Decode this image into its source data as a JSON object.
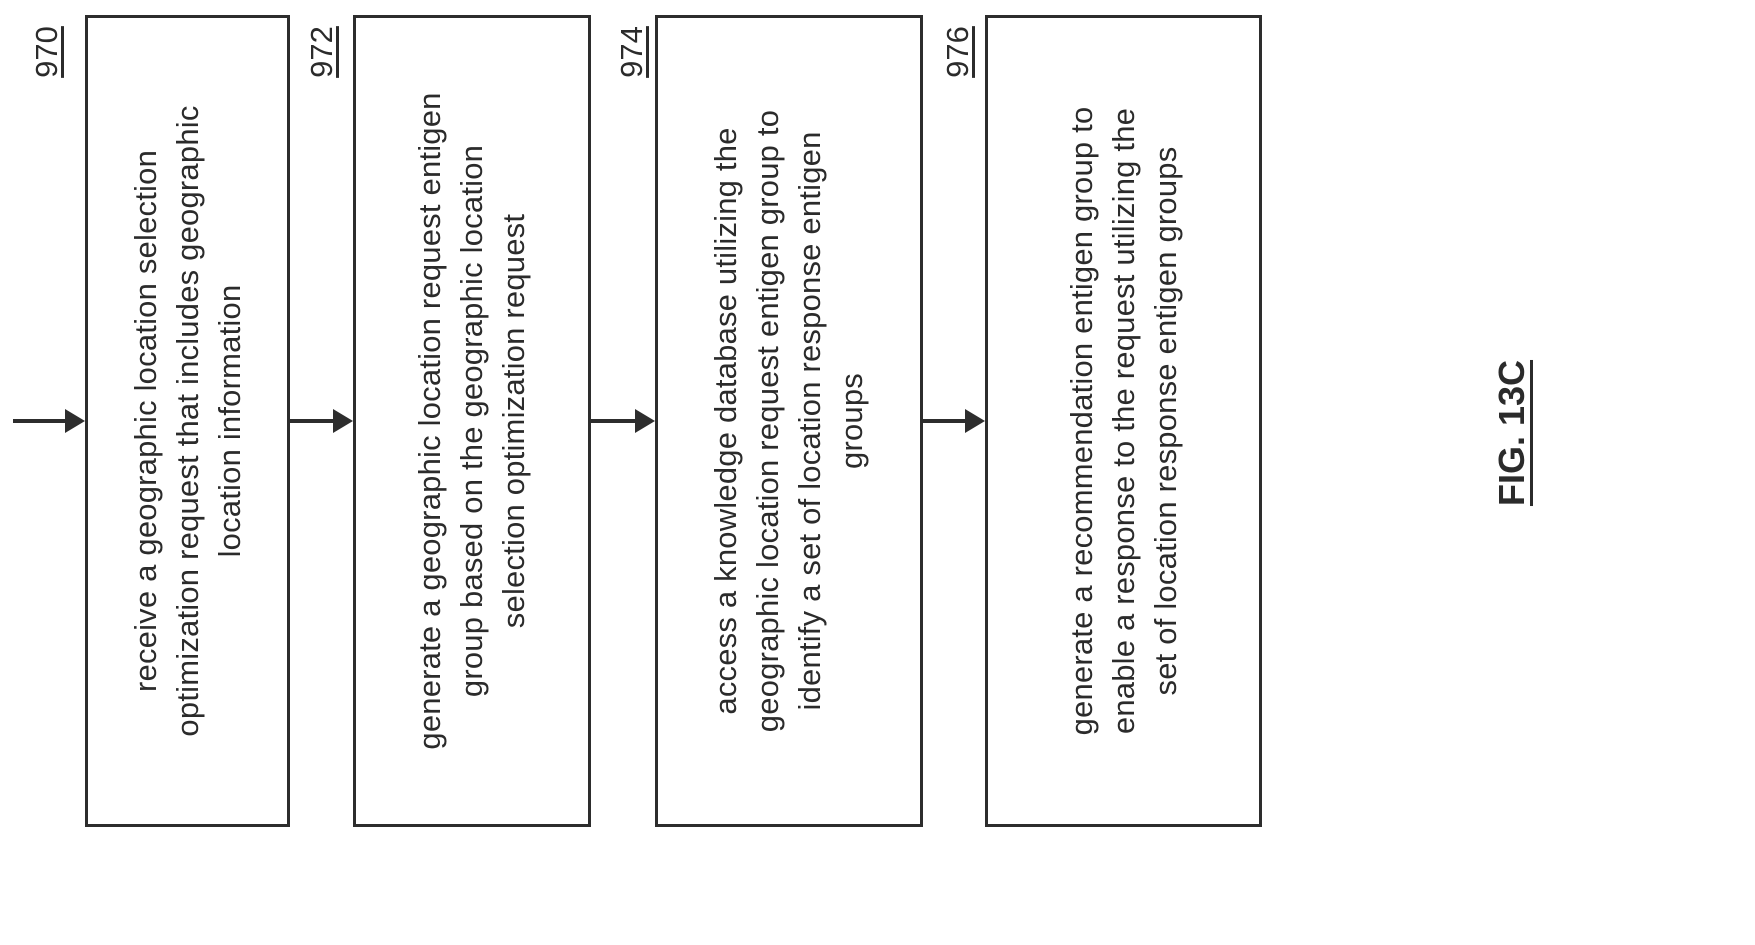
{
  "figure": {
    "label": "FIG. 13C"
  },
  "steps": [
    {
      "ref": "970",
      "text": "receive a geographic location selection optimization request that includes geographic location information",
      "lines": [
        "receive a geographic location selection",
        "optimization request that includes geographic",
        "location information"
      ]
    },
    {
      "ref": "972",
      "text": "generate a geographic location request entigen group based on the geographic location selection optimization request",
      "lines": [
        "generate a geographic location request entigen",
        "group based on the geographic location",
        "selection optimization request"
      ]
    },
    {
      "ref": "974",
      "text": "access a knowledge database utilizing the geographic location request entigen group to identify a set of location response entigen groups",
      "lines": [
        "access a knowledge database utilizing the",
        "geographic location request entigen group to",
        "identify a set of location response entigen",
        "groups"
      ]
    },
    {
      "ref": "976",
      "text": "generate a recommendation entigen group to enable a response to the request utilizing the set of location response entigen groups",
      "lines": [
        "generate a recommendation entigen group to",
        "enable a response to the request utilizing the",
        "set of location response entigen groups"
      ]
    }
  ],
  "colors": {
    "line": "#2d2d2d",
    "text": "#2b2b2b",
    "background": "#ffffff"
  }
}
